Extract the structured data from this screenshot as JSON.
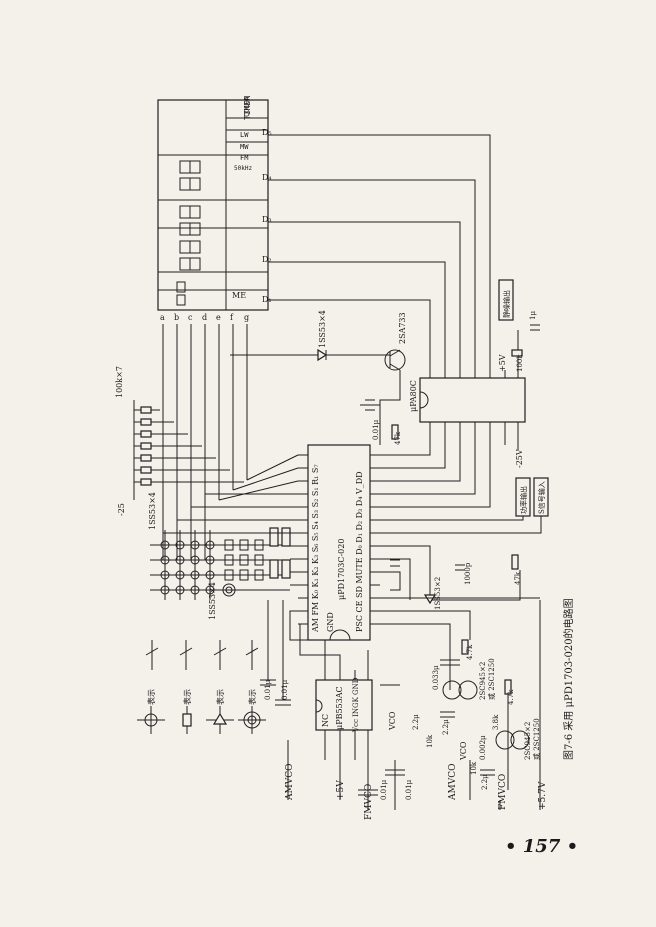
{
  "figure": {
    "caption": "图7-6  采用 μPD1703-020的电路图",
    "page_number": "• 157 •"
  },
  "display": {
    "panel_labels": [
      "TIMER",
      "COLON",
      "LW",
      "MW",
      "FM",
      "50kHz"
    ],
    "digit_labels": [
      "D₁",
      "D₂",
      "D₃",
      "D₄",
      "D₅"
    ],
    "me_label": "ME",
    "segment_labels": [
      "a",
      "b",
      "c",
      "d",
      "e",
      "f",
      "g"
    ]
  },
  "ic_main": {
    "name": "μPD1703C-020",
    "pins_top": "AM  FM  K₀ K₁ K₂ K₃ S₆ S₅ S₄ S₃ S₂ S₁ R₁ S₇",
    "pins_mid": "GND",
    "pins_low": "PSC  CE  SD  MUTE  D₀ D₁ D₂ D₃ D₄ V_DD"
  },
  "ic_driver": {
    "name": "μPA80C"
  },
  "ic_prescaler": {
    "name": "μPB553AC",
    "pins_a": "NC",
    "pins_b": "Vcc  INGK GND"
  },
  "labels": {
    "diode_array_1": "1SS53×4",
    "diode_array_2": "1SS53×4",
    "diode_array_3": "1SS53×4",
    "diode_array_4": "1SS53×2",
    "resistor_array": "100k×7",
    "transistor_pnp": "2SA733",
    "transistor_pair_1": "2SC945×2",
    "transistor_pair_1_alt": "或 2SC1250",
    "transistor_pair_2": "2SC945×2",
    "transistor_pair_2_alt": "或 2SC1250",
    "voltage_minus": "-25",
    "vcc_plus5": "+5V",
    "vcc_plus5_b": "+5V",
    "vcc_minus25": "-25V",
    "vcc_plus57": "+5.7V",
    "vco": "VCO",
    "vco_b": "VCO",
    "amvco": "AMVCO",
    "amvco_b": "AMVCO",
    "fmvco": "FMVCO",
    "fmvco_b": "FMVCO",
    "r_47k": "47k",
    "r_47k_b": "47k",
    "r_100k": "100k",
    "r_10k": "10k",
    "r_10k_b": "10k",
    "r_4k7": "4.7k",
    "r_4k7_b": "4.7k",
    "r_3k8": "3.8k",
    "c_001u": "0.01μ",
    "c_001u_b": "0.01μ",
    "c_001u_c": "0.01μ",
    "c_001u_d": "0.01μ",
    "c_0033u": "0.033μ",
    "c_1u": "1μ",
    "c_22u": "2.2μ",
    "c_22u_b": "2.2μ",
    "c_0002u": "0.002μ",
    "c_1000p": "1000p",
    "box_mute_out": "静噪输出",
    "box_power_out": "功率输出",
    "box_signal_in": "S信号输入"
  },
  "legend": [
    {
      "label": "表示",
      "symbol": "diode-cross"
    },
    {
      "label": "表示",
      "symbol": "resistor"
    },
    {
      "label": "表示",
      "symbol": "diode-triangle"
    },
    {
      "label": "表示",
      "symbol": "diode-circle"
    }
  ]
}
